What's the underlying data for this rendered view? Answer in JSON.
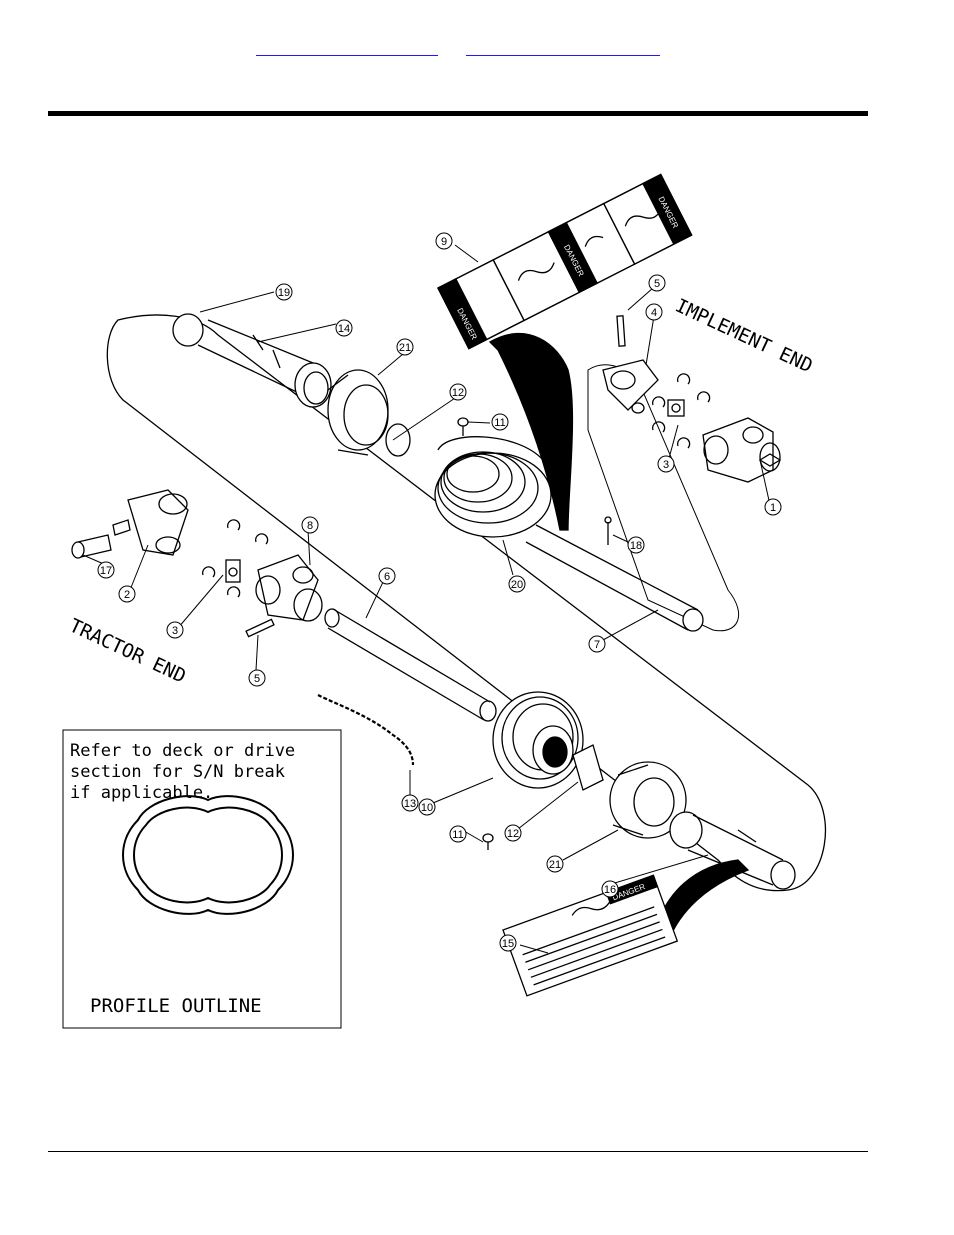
{
  "header": {
    "link_1": "",
    "link_2": ""
  },
  "diagram": {
    "implement_end_label": "IMPLEMENT END",
    "tractor_end_label": "TRACTOR END",
    "note_text": [
      "Refer to deck or drive",
      "section for S/N break",
      "if applicable."
    ],
    "profile_label": "PROFILE OUTLINE",
    "decal_word": "DANGER",
    "callouts": [
      "1",
      "2",
      "3",
      "3",
      "4",
      "5",
      "5",
      "6",
      "7",
      "8",
      "9",
      "10",
      "11",
      "11",
      "12",
      "12",
      "13",
      "14",
      "15",
      "16",
      "17",
      "18",
      "19",
      "20",
      "21",
      "21"
    ]
  }
}
